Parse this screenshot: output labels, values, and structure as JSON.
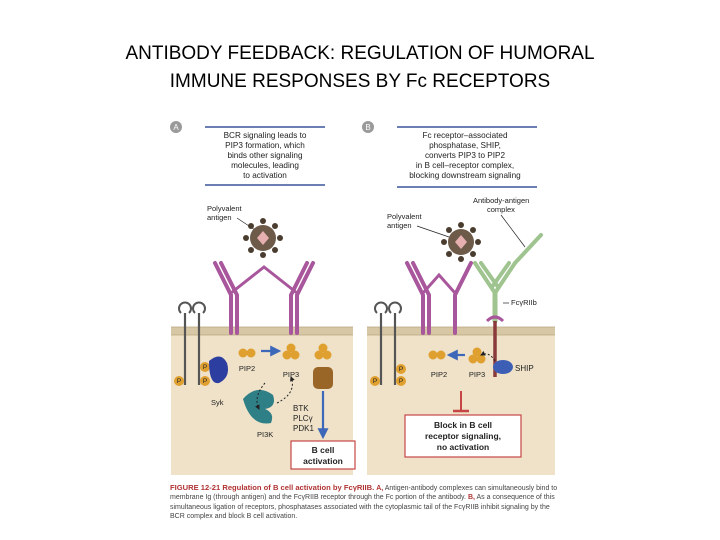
{
  "slide": {
    "title_line1": "ANTIBODY FEEDBACK: REGULATION OF HUMORAL",
    "title_line2": "IMMUNE RESPONSES BY Fc RECEPTORS"
  },
  "panel_a": {
    "letter": "A",
    "callout_lines": [
      "BCR signaling leads to",
      "PIP3 formation, which",
      "binds other signaling",
      "molecules, leading",
      "to activation"
    ],
    "antigen_label_lines": [
      "Polyvalent",
      "antigen"
    ],
    "p_label": "P",
    "pip2": "PIP2",
    "pip3": "PIP3",
    "syk": "Syk",
    "pi3k": "PI3K",
    "btk": "BTK",
    "plc": "PLCγ",
    "pdk1": "PDK1",
    "activation_lines": [
      "B cell",
      "activation"
    ]
  },
  "panel_b": {
    "letter": "B",
    "callout_lines": [
      "Fc receptor–associated",
      "phosphatase, SHIP,",
      "converts PIP3 to PIP2",
      "in B cell–receptor complex,",
      "blocking downstream signaling"
    ],
    "complex_label_lines": [
      "Antibody-antigen",
      "complex"
    ],
    "antigen_label_lines": [
      "Polyvalent",
      "antigen"
    ],
    "fcr_label": "FcγRIIb",
    "ship": "SHIP",
    "pip2": "PIP2",
    "pip3": "PIP3",
    "block_lines": [
      "Block in B cell",
      "receptor signaling,",
      "no activation"
    ]
  },
  "caption": {
    "head": "FIGURE 12-21 Regulation of B cell activation by FcγRIIB.",
    "a_marker": "A,",
    "a_text": "Antigen-antibody complexes can simultaneously bind to membrane Ig (through antigen) and the FcγRIIB receptor through the Fc portion of the antibody.",
    "b_marker": "B,",
    "b_text": "As a consequence of this simultaneous ligation of receptors, phosphatases associated with the cytoplasmic tail of the FcγRIIB inhibit signaling by the BCR complex and block B cell activation."
  },
  "colors": {
    "bcr": "#a9579c",
    "fcr": "#9fc48f",
    "cytoplasm": "#efe2c8",
    "arrow_blue": "#3d67b8",
    "accent_red": "#b03333",
    "phosphate": "#e0a030"
  }
}
